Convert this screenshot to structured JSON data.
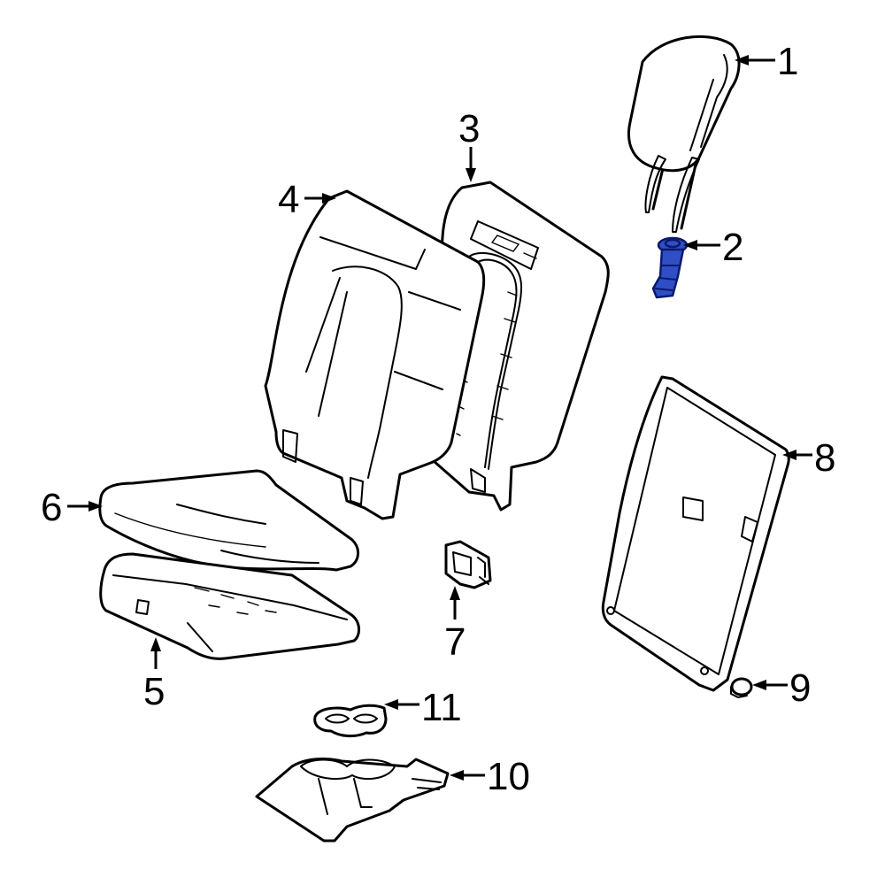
{
  "callouts": {
    "c1": "1",
    "c2": "2",
    "c3": "3",
    "c4": "4",
    "c5": "5",
    "c6": "6",
    "c7": "7",
    "c8": "8",
    "c9": "9",
    "c10": "10",
    "c11": "11"
  },
  "colors": {
    "line": "#000000",
    "background": "#ffffff",
    "highlighted_part": "#2f4fc6"
  },
  "highlighted_callout": "2"
}
